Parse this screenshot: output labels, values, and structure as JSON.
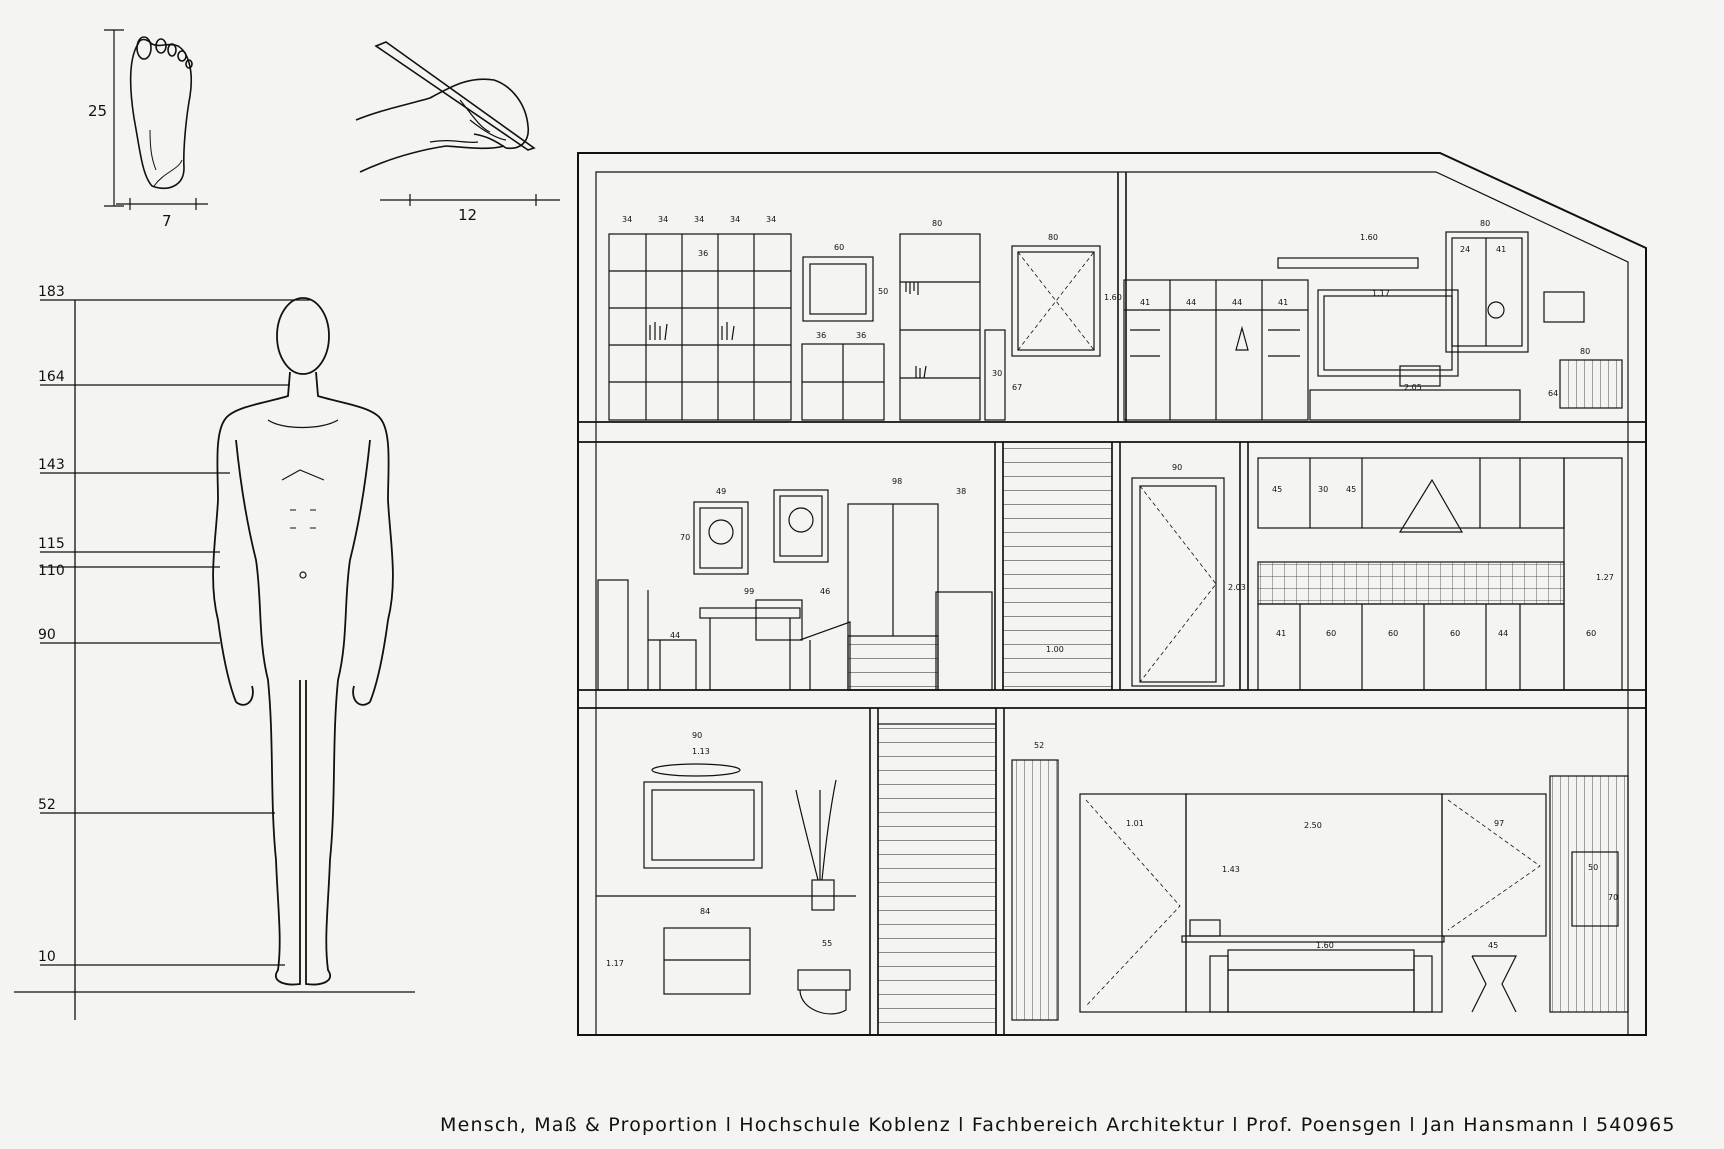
{
  "foot_dims": {
    "length": "25",
    "width": "7"
  },
  "hand_dims": {
    "width": "12"
  },
  "body_heights": [
    "183",
    "164",
    "143",
    "115",
    "110",
    "90",
    "52",
    "10"
  ],
  "room_dims": {
    "shelf_top": [
      "34",
      "34",
      "34",
      "34",
      "34"
    ],
    "shelf_side": "36",
    "mirror_w": "60",
    "mirror_h": "50",
    "small_shelf": [
      "36",
      "36"
    ],
    "bookcase_w": "80",
    "window_top_w": "80",
    "window_top_h": "1.60",
    "desk_side": "30",
    "window_sill": "67",
    "tv_units": [
      "41",
      "44",
      "44",
      "41"
    ],
    "tv_width": "1.60",
    "tv_screen": "1.17",
    "tv_board": "2.05",
    "cabinet_attic_w": "80",
    "cabinet_attic": [
      "24",
      "41"
    ],
    "radiator_w": "80",
    "radiator_h": "64",
    "picture_w": "49",
    "picture_h": "70",
    "cupboard_w": "98",
    "side_shelf": "38",
    "table_w": "99",
    "table_h": "46",
    "chair_seat": "44",
    "door_w": "90",
    "door_h": "2.03",
    "stairs_w": "1.00",
    "kitchen_units": [
      "45",
      "30",
      "45"
    ],
    "kitchen_base": [
      "41",
      "60",
      "60",
      "60",
      "44",
      "60"
    ],
    "kitchen_height": "1.27",
    "mirror_bath": "90",
    "mirror_bath_2": "1.13",
    "vanity": "84",
    "towel": "55",
    "bath_h": "1.17",
    "window_big": "2.50",
    "window_left": "1.01",
    "window_right": "97",
    "window_h": "1.43",
    "sofa_w": "1.60",
    "curtain_w": "52",
    "side_table": "45",
    "panel_w": "50",
    "panel_h": "70"
  },
  "footer": {
    "parts": [
      "Mensch, Maß & Proportion",
      "Hochschule Koblenz",
      "Fachbereich Architektur",
      "Prof. Poensgen",
      "Jan Hansmann",
      "540965"
    ],
    "separator": " l "
  }
}
